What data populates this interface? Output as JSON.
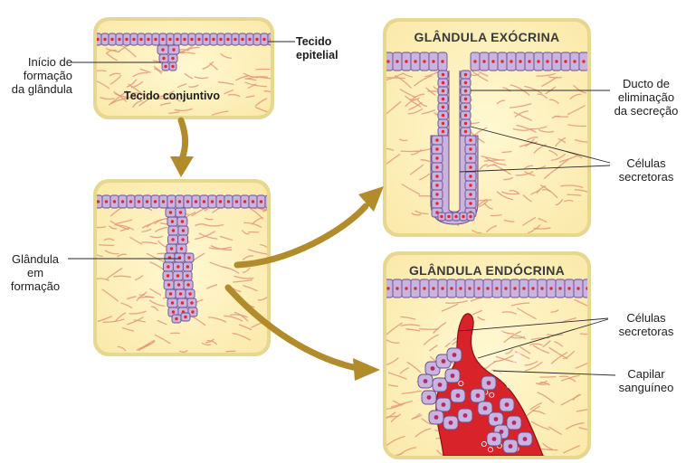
{
  "panels": {
    "exocrine_title": "GLÂNDULA EXÓCRINA",
    "endocrine_title": "GLÂNDULA ENDÓCRINA"
  },
  "labels": {
    "epithelial_tissue": "Tecido\nepitelial",
    "connective_tissue": "Tecido conjuntivo",
    "gland_start": "Início de\nformação\nda glândula",
    "gland_forming": "Glândula\nem\nformação",
    "excretory_duct": "Ducto de\neliminação\nda secreção",
    "secretory_cells_exo": "Células\nsecretoras",
    "secretory_cells_endo": "Células\nsecretoras",
    "blood_capillary": "Capilar\nsanguíneo"
  },
  "colors": {
    "frame": "#e3d58c",
    "tissue": "#fdf2be",
    "fiber": "#e4967a",
    "cell": "#c9b3df",
    "cell_edge": "#6a4e8c",
    "nucleus": "#e8252a",
    "capillary": "#d8232a",
    "arrow": "#b28b2a"
  }
}
